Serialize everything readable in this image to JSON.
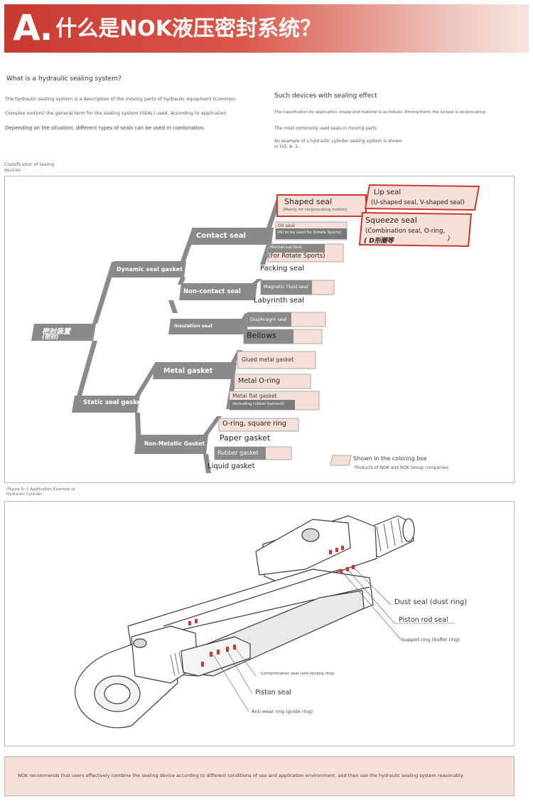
{
  "banner": {
    "letter": "A.",
    "title": "什么是NOK液压密封系统？"
  },
  "intro": {
    "heading": "What is a hydraulic sealing system?",
    "left": [
      "The hydraulic sealing system is a description of the moving parts of hydraulic equipment (Common",
      "Complex motion) the general term for the sealing system (SEAL) used. According to application",
      "Depending on the situation, different types of seals can be used in combination."
    ],
    "right_heading": "Such devices with sealing effect",
    "right": [
      "The classification by application, shape and material is as follows. Among them, the lip seal is reciprocating",
      "The most commonly used seals in moving parts",
      "An example of a hydraulic cylinder sealing system is shown",
      "in FIG. A- 1."
    ]
  },
  "classification": {
    "caption": [
      "Classification of sealing",
      "devices"
    ],
    "root": [
      "密封装置",
      "(密封)"
    ],
    "dynamic": "Dynamic seal gasket",
    "static": "Static seal gasket",
    "contact": "Contact seal",
    "non_contact": "Non-contact seal",
    "insulation": "Insulation seal",
    "metal_gasket": "Metal gasket",
    "non_metallic": "Non-Metallic Gasket",
    "shaped_seal": "Shaped seal",
    "shaped_sub": "(Mainly for reciprocating motion)",
    "lip_seal": "Lip seal",
    "lip_sub": "(U-shaped seal, V-shaped seal)",
    "squeeze_seal": "Squeeze seal",
    "squeeze_sub": "(Combination seal, O-ring,",
    "squeeze_sub2": "( D形圈等",
    "squeeze_sub3": ")",
    "oil_seal": "Oil seal",
    "oil_sub": "(All to be used for Rotate Sports)",
    "mechanical_seal": "Mechanical Seal",
    "mechanical_sub": "(For Rotate Sports)",
    "packing_seal": "Packing seal",
    "magnetic_seal": "Magnetic Fluid seal",
    "labyrinth_seal": "Labyrinth seal",
    "diaphragm_seal": "Diaphragm seal",
    "bellows": "Bellows",
    "glued_metal": "Glued metal gasket",
    "metal_oring": "Metal O-ring",
    "metal_flat": "Metal flat gasket",
    "metal_flat_sub": "(Including rubber burnout)",
    "oring_square": "O-ring, square ring",
    "paper_gasket": "Paper gasket",
    "rubber_gasket": "Rubber gasket",
    "liquid_gasket": "Liquid gasket",
    "legend_1": "Shown in the coloring box",
    "legend_2": "Products of NOK and NOK Group companies."
  },
  "figure": {
    "caption": [
      "(Figure A- 1 Application Example of",
      "Hydraulic Cylinder"
    ],
    "dust_seal": "Dust seal (dust ring)",
    "piston_rod_seal": "Piston rod seal",
    "support_ring": "Support ring (buffer ring)",
    "contamination_seal": "Contamination seal (anti-fouling ring)",
    "piston_seal": "Piston seal",
    "anti_wear_ring": "Anti-wear ring (guide ring)"
  },
  "footer": "NOK recommends that users effectively combine the sealing device according to different conditions of use and application environment, and then use the hydraulic sealing system reasonably.",
  "colors": {
    "banner_red": "#c8392f",
    "branch_gray": "#8a8a8a",
    "highlight_pink": "#f6dfd6",
    "highlight_red": "#c93a31"
  }
}
